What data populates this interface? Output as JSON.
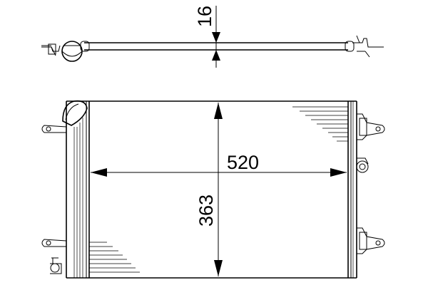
{
  "dimensions": {
    "thickness": {
      "label": "16"
    },
    "width": {
      "label": "520"
    },
    "height": {
      "label": "363"
    }
  },
  "colors": {
    "stroke": "#000000",
    "background": "#ffffff"
  }
}
